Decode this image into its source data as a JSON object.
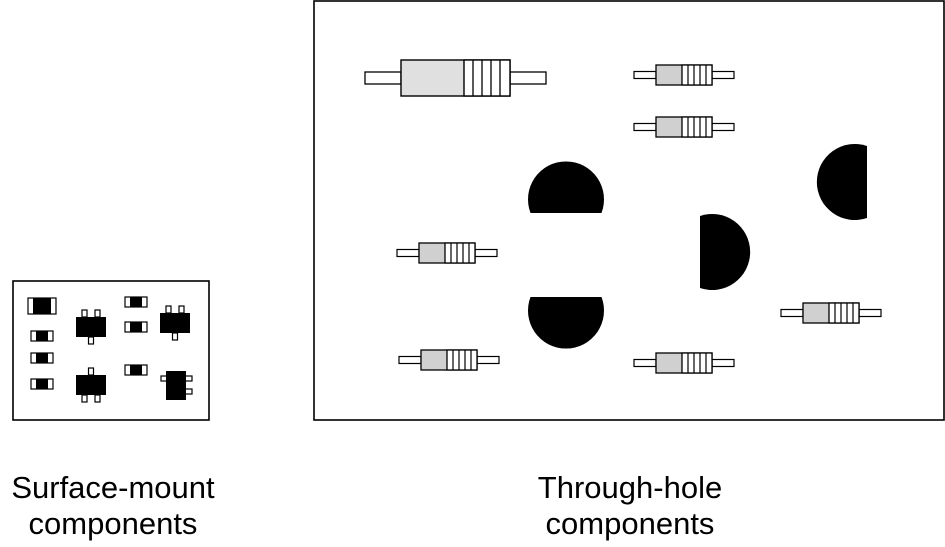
{
  "captions": {
    "surface_mount_line1": "Surface-mount",
    "surface_mount_line2": "components",
    "through_hole_line1": "Through-hole",
    "through_hole_line2": "components"
  },
  "colors": {
    "outline": "#000000",
    "body_fill": "#d0d0d0",
    "large_body_fill": "#e0e0e0",
    "lead_fill": "#ffffff",
    "package_fill": "#000000"
  }
}
